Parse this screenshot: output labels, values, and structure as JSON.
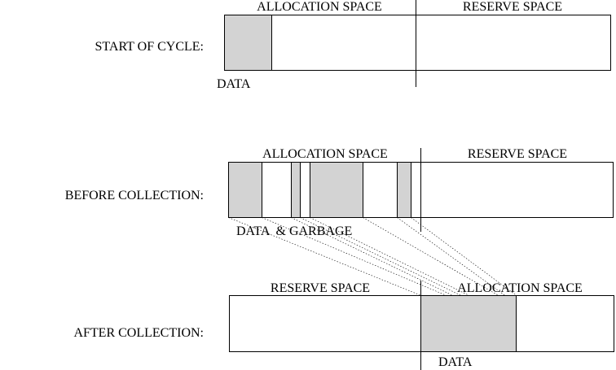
{
  "colors": {
    "region": "#d3d3d3",
    "outline": "#000000",
    "background": "#ffffff"
  },
  "start_of_cycle": {
    "label": "START OF CYCLE:",
    "allocation_space_label": "ALLOCATION SPACE",
    "reserve_space_label": "RESERVE SPACE",
    "region_label": "DATA"
  },
  "before_collection": {
    "label": "BEFORE COLLECTION:",
    "allocation_space_label": "ALLOCATION SPACE",
    "reserve_space_label": "RESERVE SPACE",
    "region_label": "DATA  & GARBAGE"
  },
  "after_collection": {
    "label": "AFTER COLLECTION:",
    "reserve_space_label": "RESERVE SPACE",
    "allocation_space_label": "ALLOCATION SPACE",
    "region_label": "DATA"
  }
}
